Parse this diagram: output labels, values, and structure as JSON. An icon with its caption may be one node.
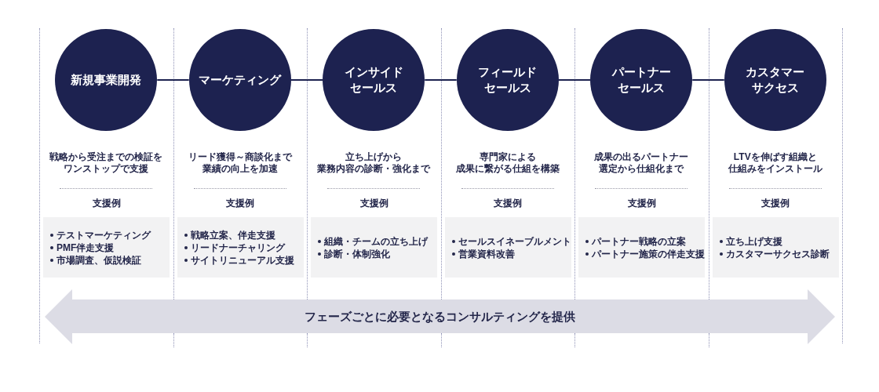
{
  "diagram": {
    "nodes": [
      {
        "text": [
          "新規事業開発"
        ],
        "beside": [
          "戦略から受注までの検証をワンストップで支援"
        ]
      },
      {
        "text": [
          "マーケティング"
        ],
        "beside": [
          "リード獲得～商談化まで業績の向上を加速"
        ]
      },
      {
        "text": [
          "インサイドセールス"
        ],
        "beside": [
          "立ち上げから業務内容の診断・強化まで"
        ]
      },
      {
        "text": [
          "フィールドセールス"
        ],
        "beside": [
          "専門家による成果に繋がる仕組を構築"
        ]
      },
      {
        "text": [
          "パートナーセールス"
        ],
        "beside": [
          "成果の出るパートナー選定から仕組化まで"
        ]
      },
      {
        "text": [
          "カスタマーサクセス"
        ],
        "beside": [
          "LTVを伸ばす組織と仕組みをインストール"
        ]
      },
      {
        "text": [
          "支援例",
          "テストマーケティング",
          "PMF伴走支援",
          "市場調査、仮説検証"
        ]
      },
      {
        "text": [
          "支援例",
          "戦略立案、伴走支援",
          "リードナーチャリング",
          "サイトリニューアル支援"
        ]
      },
      {
        "text": [
          "支援例",
          "組織・チームの立ち上げ",
          "診断・体制強化"
        ]
      },
      {
        "text": [
          "支援例",
          "セールスイネーブルメント",
          "営業資料改善"
        ]
      },
      {
        "text": [
          "支援例",
          "パートナー戦略の立案",
          "パートナー施策の伴走支援"
        ]
      },
      {
        "text": [
          "支援例",
          "立ち上げ支援",
          "カスタマーサクセス診断"
        ]
      },
      {
        "text": [
          "フェーズごとに必要となるコンサルティングを提供"
        ]
      }
    ],
    "edges": [
      {
        "from": 0,
        "to": 1,
        "arrow": "none"
      },
      {
        "from": 1,
        "to": 2,
        "arrow": "none"
      },
      {
        "from": 2,
        "to": 3,
        "arrow": "none"
      },
      {
        "from": 3,
        "to": 4,
        "arrow": "none"
      },
      {
        "from": 4,
        "to": 5,
        "arrow": "none"
      }
    ]
  }
}
